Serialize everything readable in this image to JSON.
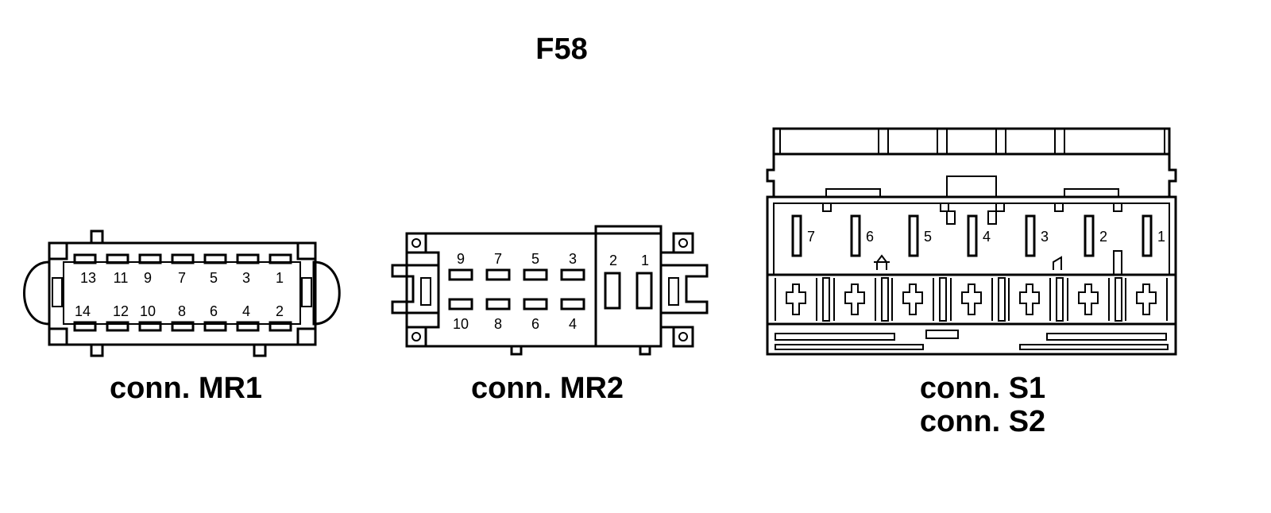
{
  "title": "F58",
  "connectors": {
    "mr1": {
      "label": "conn. MR1",
      "top_pins": [
        "13",
        "11",
        "9",
        "7",
        "5",
        "3",
        "1"
      ],
      "bottom_pins": [
        "14",
        "12",
        "10",
        "8",
        "6",
        "4",
        "2"
      ]
    },
    "mr2": {
      "label": "conn. MR2",
      "top_pins": [
        "9",
        "7",
        "5",
        "3"
      ],
      "bottom_pins": [
        "10",
        "8",
        "6",
        "4"
      ],
      "side_pins": [
        "2",
        "1"
      ]
    },
    "s": {
      "labels": [
        "conn. S1",
        "conn. S2"
      ],
      "pins": [
        "7",
        "6",
        "5",
        "4",
        "3",
        "2",
        "1"
      ]
    }
  },
  "colors": {
    "ink": "#000000",
    "background": "#ffffff"
  }
}
